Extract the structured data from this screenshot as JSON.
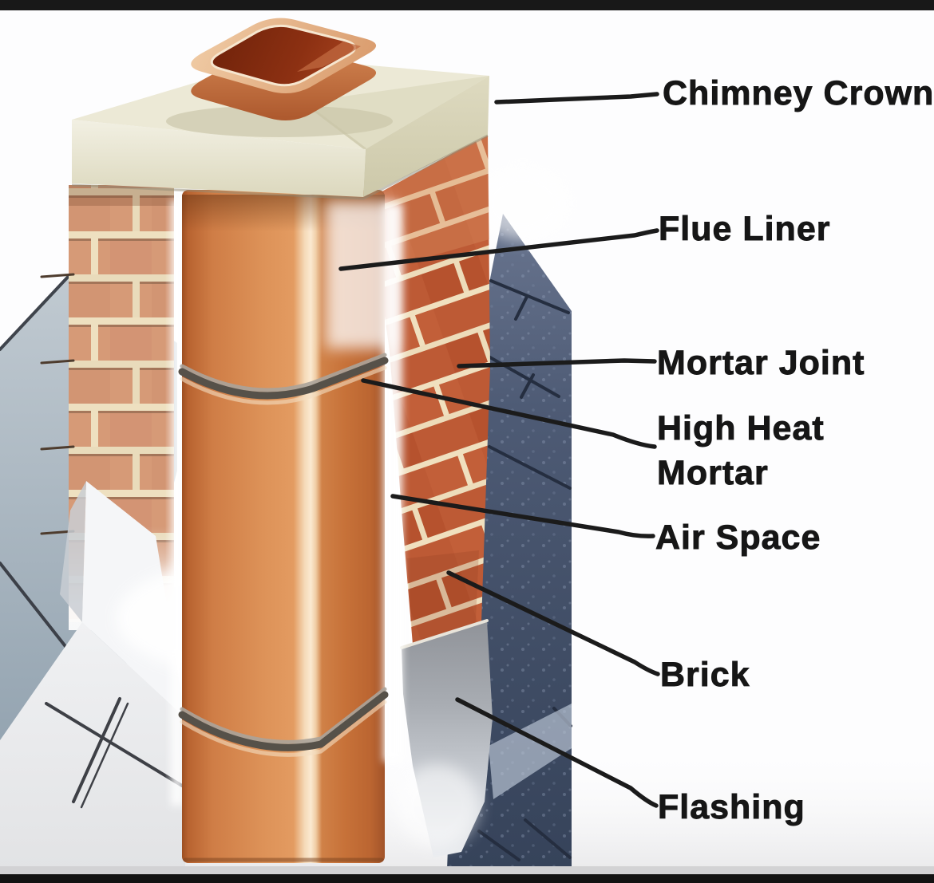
{
  "diagram": {
    "subject": "Chimney cross-section diagram",
    "labels": [
      {
        "id": "chimney-crown",
        "lines": [
          "Chimney Crown"
        ]
      },
      {
        "id": "flue-liner",
        "lines": [
          "Flue Liner"
        ]
      },
      {
        "id": "mortar-joint",
        "lines": [
          "Mortar Joint"
        ]
      },
      {
        "id": "high-heat-mortar",
        "lines": [
          "High Heat",
          "Mortar"
        ]
      },
      {
        "id": "air-space",
        "lines": [
          "Air Space"
        ]
      },
      {
        "id": "brick",
        "lines": [
          "Brick"
        ]
      },
      {
        "id": "flashing",
        "lines": [
          "Flashing"
        ]
      }
    ],
    "palette": {
      "label_text": "#161616",
      "leader_line": "#1b1b1b",
      "flue_orange": "#d08045",
      "flue_highlight": "#fbe9d1",
      "crown_cream": "#ece9d6",
      "brick_left": "#d69a77",
      "brick_right": "#bd5a35",
      "mortar_cream": "#eee0c0",
      "high_heat_mortar_gray": "#565149",
      "roof_dark_slate": "#46536b",
      "roof_light_slate": "#aebdc9",
      "flashing_gray": "#c6cacf",
      "frame_bar": "#181818",
      "background": "#fdfdfe"
    }
  }
}
